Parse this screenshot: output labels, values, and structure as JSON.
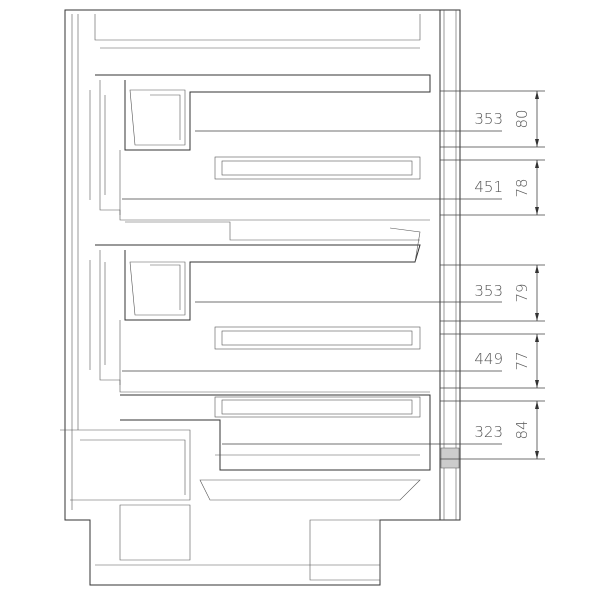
{
  "drawing": {
    "title": "Built-in appliance side section with drawer dimensions",
    "compartments": [
      {
        "depth": "353",
        "height": "80"
      },
      {
        "depth": "451",
        "height": "78"
      },
      {
        "depth": "353",
        "height": "79"
      },
      {
        "depth": "449",
        "height": "77"
      },
      {
        "depth": "323",
        "height": "84"
      }
    ]
  }
}
